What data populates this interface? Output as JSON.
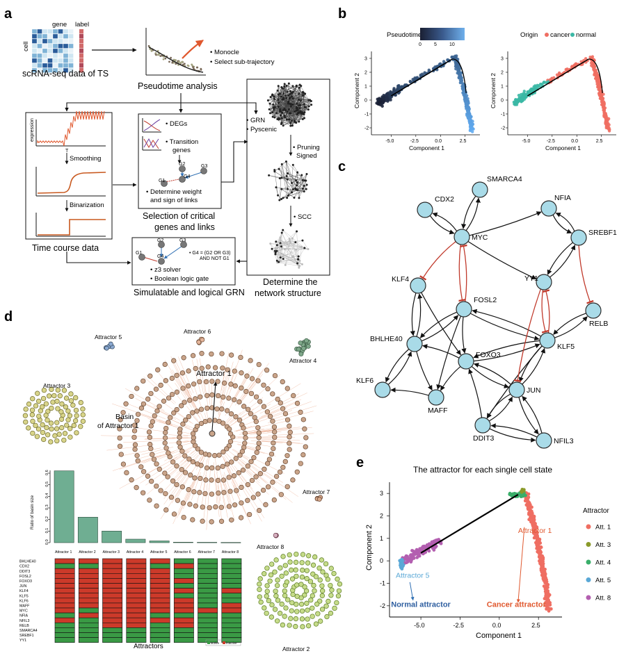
{
  "panels": {
    "a": "a",
    "b": "b",
    "c": "c",
    "d": "d",
    "e": "e"
  },
  "panel_a": {
    "matrix_gene": "gene",
    "matrix_label": "label",
    "matrix_cell": "cell",
    "input_caption": "scRNA-seq data of TS",
    "monocle_bullets": [
      "Monocle",
      "Select sub-trajectory"
    ],
    "pseudotime_caption": "Pseudotime analysis",
    "expression_label": "expression",
    "t_label": "T",
    "smoothing": "Smoothing",
    "binarization": "Binarization",
    "time_course_caption": "Time course data",
    "selection_bullets": [
      "DEGs",
      "Transition",
      "genes"
    ],
    "gene_nodes": [
      "G1",
      "G2",
      "G3",
      "G4"
    ],
    "weight_text": [
      "Determine weight",
      "and sign of links"
    ],
    "selection_caption": [
      "Selection of critical",
      "genes and links"
    ],
    "grn_bullets": [
      "GRN",
      "Pyscenic"
    ],
    "pruning": [
      "Pruning",
      "Signed"
    ],
    "scc": "SCC",
    "network_caption": [
      "Determine the",
      "network structure"
    ],
    "logic_rule": [
      "G4 = (G2 OR G3)",
      "AND NOT G1"
    ],
    "solver_bullets": [
      "z3 solver",
      "Boolean logic gate"
    ],
    "grn_caption": "Simulatable and logical GRN"
  },
  "panel_b": {
    "pseudotime_title": "Pseudotime",
    "pseudotime_ticks": [
      "0",
      "5",
      "10"
    ],
    "origin_title": "Origin",
    "origin_items": [
      "cancer",
      "normal"
    ],
    "x_label": "Component 1",
    "y_label": "Component 2",
    "x_ticks": [
      "-5.0",
      "-2.5",
      "0.0",
      "2.5"
    ],
    "y_ticks": [
      "3",
      "2",
      "1",
      "0",
      "-1",
      "-2"
    ],
    "colors": {
      "cancer": "#ef6e62",
      "normal": "#3bb8a5",
      "pt_low": "#1a1f33",
      "pt_high": "#5fa8e6"
    }
  },
  "panel_c": {
    "genes": [
      "SMARCA4",
      "CDX2",
      "NFIA",
      "MYC",
      "SREBF1",
      "YY1",
      "KLF4",
      "FOSL2",
      "RELB",
      "BHLHE40",
      "KLF5",
      "FOXO3",
      "KLF6",
      "JUN",
      "MAFF",
      "DDIT3",
      "NFIL3"
    ],
    "node_color": "#a9dbe8",
    "inhibit_color": "#c0392b"
  },
  "panel_d": {
    "attractor_labels": [
      "Attractor 1",
      "Attractor 2",
      "Attractor 3",
      "Attractor 4",
      "Attractor 5",
      "Attractor 6",
      "Attractor 7",
      "Attractor 8"
    ],
    "basin_label": [
      "Basin",
      "of Attractor 1"
    ],
    "bar_ylabel": "Ratio of basin size",
    "bar_yticks": [
      "0.6",
      "0.5",
      "0.4",
      "0.3",
      "0.2",
      "0.1",
      "0.0"
    ],
    "heat_genes": [
      "BHLHE40",
      "CDX2",
      "DDIT3",
      "FOSL2",
      "FOXO3",
      "JUN",
      "KLF4",
      "KLF5",
      "KLF6",
      "MAFF",
      "MYC",
      "NFIA",
      "NFIL3",
      "RELB",
      "SMARCA4",
      "SREBF1",
      "YY1"
    ],
    "heat_xlabel": "Attractors",
    "heat_legend": [
      "active",
      "inactive"
    ],
    "colors": {
      "active": "#3a9a45",
      "inactive": "#cc3a2a",
      "bar": "#6fae92"
    }
  },
  "panel_e": {
    "title": "The attractor for each single cell state",
    "x_label": "Component 1",
    "y_label": "Component 2",
    "x_ticks": [
      "-5.0",
      "-2.5",
      "0.0",
      "2.5"
    ],
    "y_ticks": [
      "3",
      "2",
      "1",
      "0",
      "-1",
      "-2"
    ],
    "legend_title": "Attractor",
    "legend_items": [
      "Att. 1",
      "Att. 3",
      "Att. 4",
      "Att. 5",
      "Att. 8"
    ],
    "legend_colors": [
      "#ef6e62",
      "#8a9a2a",
      "#3aae6a",
      "#5aa8d6",
      "#b35fb0"
    ],
    "annot_attractor1": "Attractor 1",
    "annot_attractor5": "Attractor 5",
    "normal_label": "Normal attractor",
    "cancer_label": "Cancer attractor"
  },
  "chart_data": [
    {
      "type": "bar",
      "categories": [
        "Attractor 1",
        "Attractor 2",
        "Attractor 3",
        "Attractor 4",
        "Attractor 5",
        "Attractor 6",
        "Attractor 7",
        "Attractor 8"
      ],
      "values": [
        0.62,
        0.22,
        0.1,
        0.03,
        0.015,
        0.004,
        0.003,
        0.002
      ],
      "ylabel": "Ratio of basin size",
      "xlabel": "",
      "ylim": [
        0,
        0.65
      ]
    },
    {
      "type": "heatmap",
      "rows": [
        "BHLHE40",
        "CDX2",
        "DDIT3",
        "FOSL2",
        "FOXO3",
        "JUN",
        "KLF4",
        "KLF5",
        "KLF6",
        "MAFF",
        "MYC",
        "NFIA",
        "NFIL3",
        "RELB",
        "SMARCA4",
        "SREBF1",
        "YY1"
      ],
      "columns": [
        "Attractor 1",
        "Attractor 2",
        "Attractor 3",
        "Attractor 4",
        "Attractor 5",
        "Attractor 6",
        "Attractor 7",
        "Attractor 8"
      ],
      "values": [
        [
          0,
          0,
          0,
          0,
          0,
          1,
          1,
          1
        ],
        [
          1,
          1,
          0,
          0,
          1,
          0,
          1,
          1
        ],
        [
          0,
          0,
          0,
          0,
          0,
          1,
          1,
          1
        ],
        [
          0,
          0,
          0,
          0,
          0,
          1,
          1,
          1
        ],
        [
          0,
          0,
          0,
          0,
          0,
          0,
          1,
          1
        ],
        [
          0,
          0,
          0,
          0,
          0,
          1,
          1,
          1
        ],
        [
          0,
          0,
          0,
          0,
          0,
          0,
          1,
          0
        ],
        [
          0,
          0,
          0,
          0,
          0,
          1,
          1,
          1
        ],
        [
          0,
          0,
          0,
          0,
          0,
          0,
          1,
          1
        ],
        [
          0,
          0,
          0,
          0,
          0,
          0,
          1,
          0
        ],
        [
          0,
          1,
          0,
          0,
          0,
          0,
          0,
          0
        ],
        [
          1,
          0,
          0,
          0,
          1,
          1,
          1,
          1
        ],
        [
          0,
          1,
          0,
          0,
          0,
          0,
          1,
          1
        ],
        [
          1,
          1,
          0,
          0,
          1,
          0,
          1,
          1
        ],
        [
          1,
          1,
          1,
          1,
          1,
          1,
          1,
          1
        ],
        [
          1,
          1,
          1,
          1,
          1,
          1,
          1,
          1
        ],
        [
          1,
          1,
          1,
          1,
          1,
          1,
          1,
          1
        ]
      ],
      "legend": [
        "active",
        "inactive"
      ],
      "xlabel": "Attractors"
    },
    {
      "type": "scatter",
      "title": "The attractor for each single cell state",
      "xlabel": "Component 1",
      "ylabel": "Component 2",
      "xlim": [
        -7,
        4
      ],
      "ylim": [
        -2.5,
        3.5
      ],
      "series": [
        {
          "name": "Att. 1",
          "points": [
            [
              1.8,
              2.6
            ],
            [
              2.0,
              2.2
            ],
            [
              2.2,
              1.6
            ],
            [
              2.3,
              1.0
            ],
            [
              2.4,
              0.4
            ],
            [
              2.5,
              -0.2
            ],
            [
              2.6,
              -0.8
            ],
            [
              2.7,
              -1.4
            ],
            [
              2.9,
              -2.0
            ],
            [
              1.6,
              3.0
            ]
          ]
        },
        {
          "name": "Att. 3",
          "points": [
            [
              1.4,
              3.1
            ],
            [
              1.6,
              3.2
            ]
          ]
        },
        {
          "name": "Att. 4",
          "points": [
            [
              0.8,
              2.9
            ],
            [
              1.2,
              3.0
            ],
            [
              1.5,
              3.1
            ]
          ]
        },
        {
          "name": "Att. 5",
          "points": [
            [
              -6.2,
              -0.3
            ],
            [
              -6.0,
              -0.1
            ],
            [
              -5.9,
              0.1
            ]
          ]
        },
        {
          "name": "Att. 8",
          "points": [
            [
              -5.5,
              0.3
            ],
            [
              -5.0,
              0.6
            ],
            [
              -4.5,
              0.9
            ],
            [
              -5.8,
              0.0
            ]
          ]
        }
      ]
    }
  ]
}
